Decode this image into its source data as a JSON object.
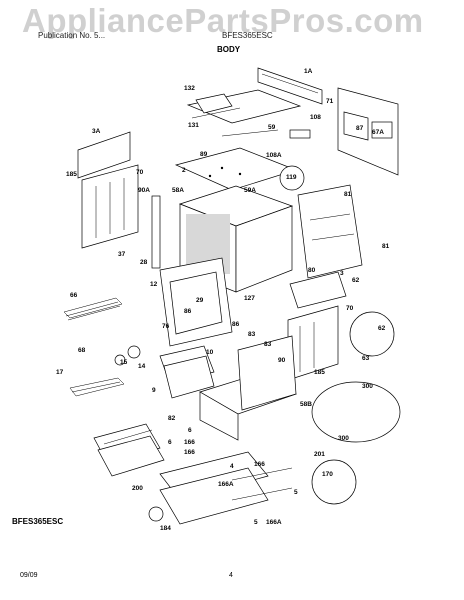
{
  "watermark": "AppliancePartsPros.com",
  "header": {
    "left": "Publication No. 5...",
    "right": "BFES365ESC"
  },
  "section_title": "BODY",
  "model": "BFES365ESC",
  "footer": {
    "date": "09/09",
    "page": "4"
  },
  "callouts": {
    "c1A": "1A",
    "c132": "132",
    "c71": "71",
    "c131": "131",
    "c108": "108",
    "c67A": "67A",
    "c59": "59",
    "c87": "87",
    "c108A": "108A",
    "c119": "119",
    "c3A": "3A",
    "c70a": "70",
    "c2": "2",
    "c89": "89",
    "c58A": "58A",
    "c59A": "59A",
    "c81a": "81",
    "c185a": "185",
    "c90A": "90A",
    "c81b": "81",
    "c37": "37",
    "c28": "28",
    "c12": "12",
    "c80": "80",
    "c3": "3",
    "c62a": "62",
    "c66": "66",
    "c29": "29",
    "c127": "127",
    "c86a": "86",
    "c70b": "70",
    "c62b": "62",
    "c76": "76",
    "c86b": "86",
    "c83a": "83",
    "c68": "68",
    "c83b": "83",
    "c10": "10",
    "c63": "63",
    "c90": "90",
    "c15": "15",
    "c14": "14",
    "c185b": "185",
    "c17": "17",
    "c9": "9",
    "c58B": "58B",
    "c300a": "300",
    "c300b": "300",
    "c82": "82",
    "c6a": "6",
    "c166a": "166",
    "c201": "201",
    "c6b": "6",
    "c166b": "166",
    "c166c": "166",
    "c4": "4",
    "c170": "170",
    "c166Aa": "166A",
    "c200": "200",
    "c5a": "5",
    "c166Ab": "166A",
    "c5b": "5",
    "c184": "184"
  }
}
